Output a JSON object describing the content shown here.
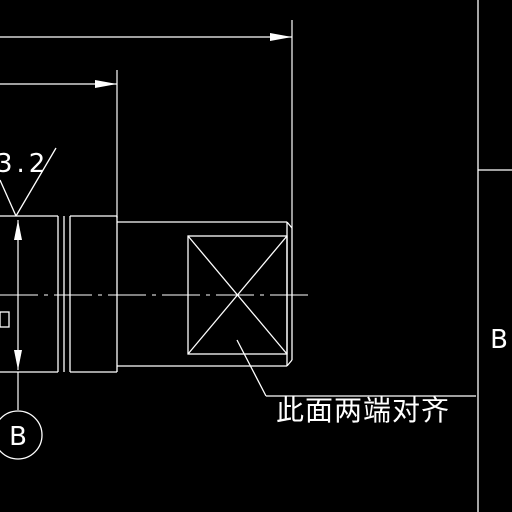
{
  "annotations": {
    "roughness_value": "3.2",
    "section_label_left": "B",
    "section_label_right": "B",
    "leader_note": "此面两端对齐"
  },
  "colors": {
    "background": "#000000",
    "line": "#ffffff"
  }
}
